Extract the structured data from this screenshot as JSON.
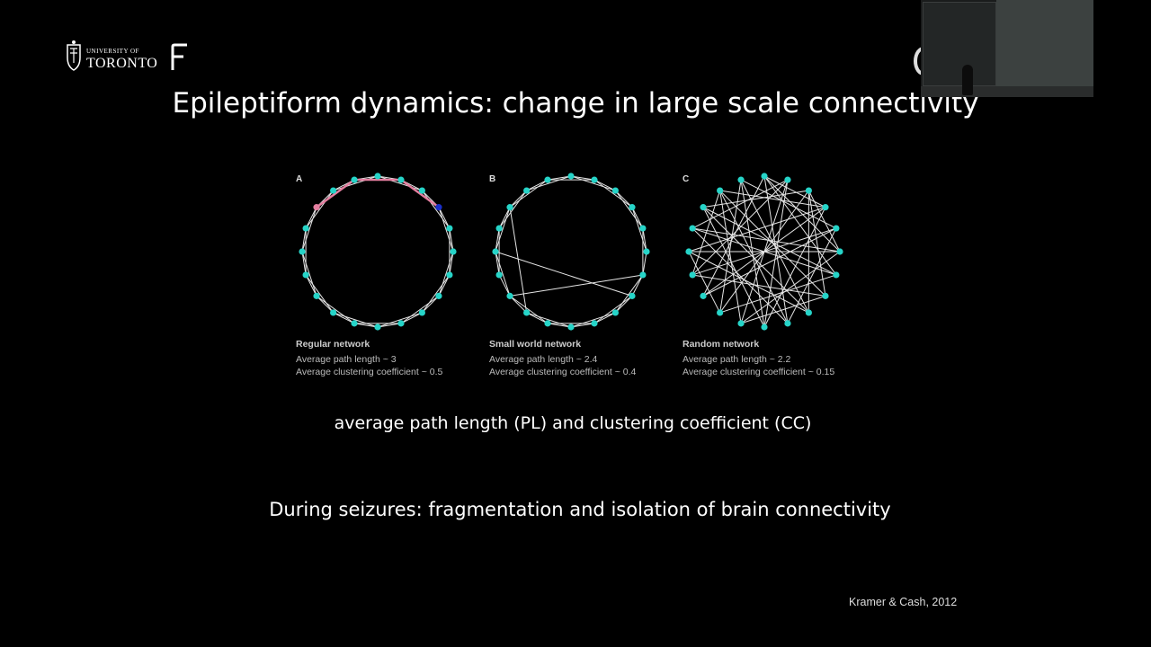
{
  "logo": {
    "university_small": "UNIVERSITY OF",
    "university_name": "TORONTO"
  },
  "slide": {
    "title": "Epileptiform dynamics: change in large scale connectivity",
    "subtitle": "average path length (PL) and clustering coefficient (CC)",
    "statement": "During seizures: fragmentation and isolation of brain connectivity",
    "citation": "Kramer & Cash, 2012"
  },
  "figure": {
    "panels": [
      {
        "letter": "A",
        "name": "Regular network",
        "stat1": "Average path length ~ 3",
        "stat2": "Average clustering coefficient ~ 0.5"
      },
      {
        "letter": "B",
        "name": "Small world network",
        "stat1": "Average path length ~ 2.4",
        "stat2": "Average clustering coefficient ~ 0.4"
      },
      {
        "letter": "C",
        "name": "Random network",
        "stat1": "Average path length ~ 2.2",
        "stat2": "Average clustering coefficient  ~ 0.15"
      }
    ],
    "colors": {
      "node": "#26d4c8",
      "edge": "#e6e6e6",
      "highlight_path": "#e57fa0",
      "highlight_node_start": "#e57fa0",
      "highlight_node_end": "#1a2fc9"
    }
  }
}
